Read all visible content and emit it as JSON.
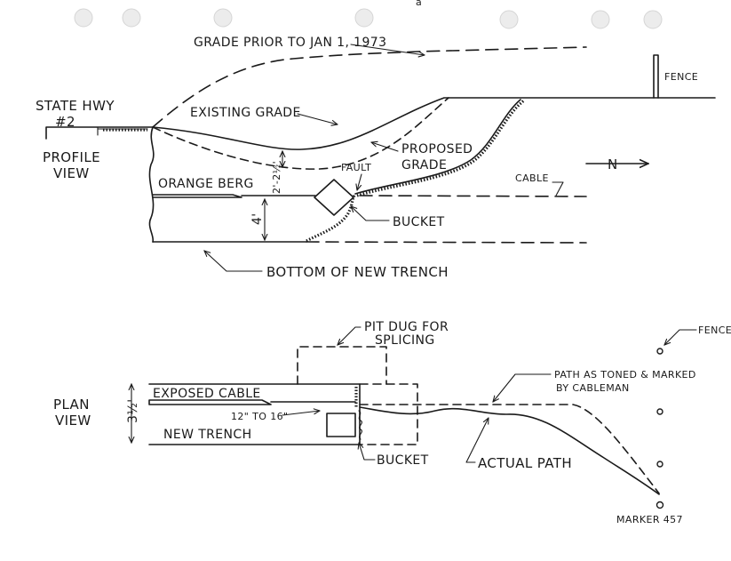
{
  "profile_view": {
    "title_line1": "PROFILE",
    "title_line2": "VIEW",
    "highway_line1": "STATE HWY",
    "highway_line2": "#2",
    "grade_prior": "GRADE PRIOR TO JAN 1, 1973",
    "existing_grade": "EXISTING GRADE",
    "proposed_line1": "PROPOSED",
    "proposed_line2": "GRADE",
    "fault": "FAULT",
    "cable": "CABLE",
    "orange_berg": "ORANGE BERG",
    "bucket": "BUCKET",
    "bottom_trench": "BOTTOM OF NEW TRENCH",
    "fence": "FENCE",
    "dim_depth": "2'-2½'",
    "dim_trench": "4'",
    "north_symbol": "N"
  },
  "plan_view": {
    "title_line1": "PLAN",
    "title_line2": "VIEW",
    "pit_line1": "PIT DUG FOR",
    "pit_line2": "SPLICING",
    "path_line1": "PATH AS TONED & MARKED",
    "path_line2": "BY CABLEMAN",
    "exposed_cable": "EXPOSED CABLE",
    "offset": "12\" TO 16\"",
    "new_trench": "NEW TRENCH",
    "width": "3½'",
    "bucket": "BUCKET",
    "actual_path": "ACTUAL PATH",
    "fence": "FENCE",
    "marker": "MARKER 457"
  },
  "page_mark": "a"
}
